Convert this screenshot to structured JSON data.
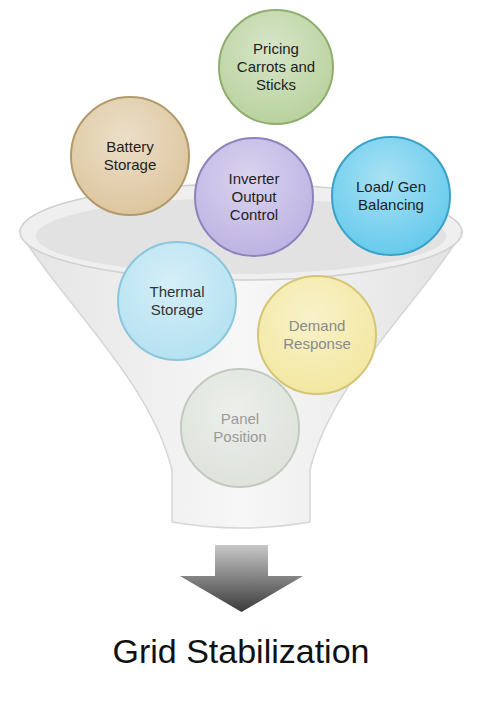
{
  "diagram": {
    "nodes": [
      {
        "text": [
          "Pricing Carrots and Sticks"
        ]
      },
      {
        "text": [
          "Battery Storage"
        ]
      },
      {
        "text": [
          "Inverter Output Control"
        ]
      },
      {
        "text": [
          "Load/ Gen Balancing"
        ]
      },
      {
        "text": [
          "Thermal Storage"
        ]
      },
      {
        "text": [
          "Demand Response"
        ]
      },
      {
        "text": [
          "Panel Position"
        ]
      }
    ],
    "caption": "Grid Stabilization"
  }
}
